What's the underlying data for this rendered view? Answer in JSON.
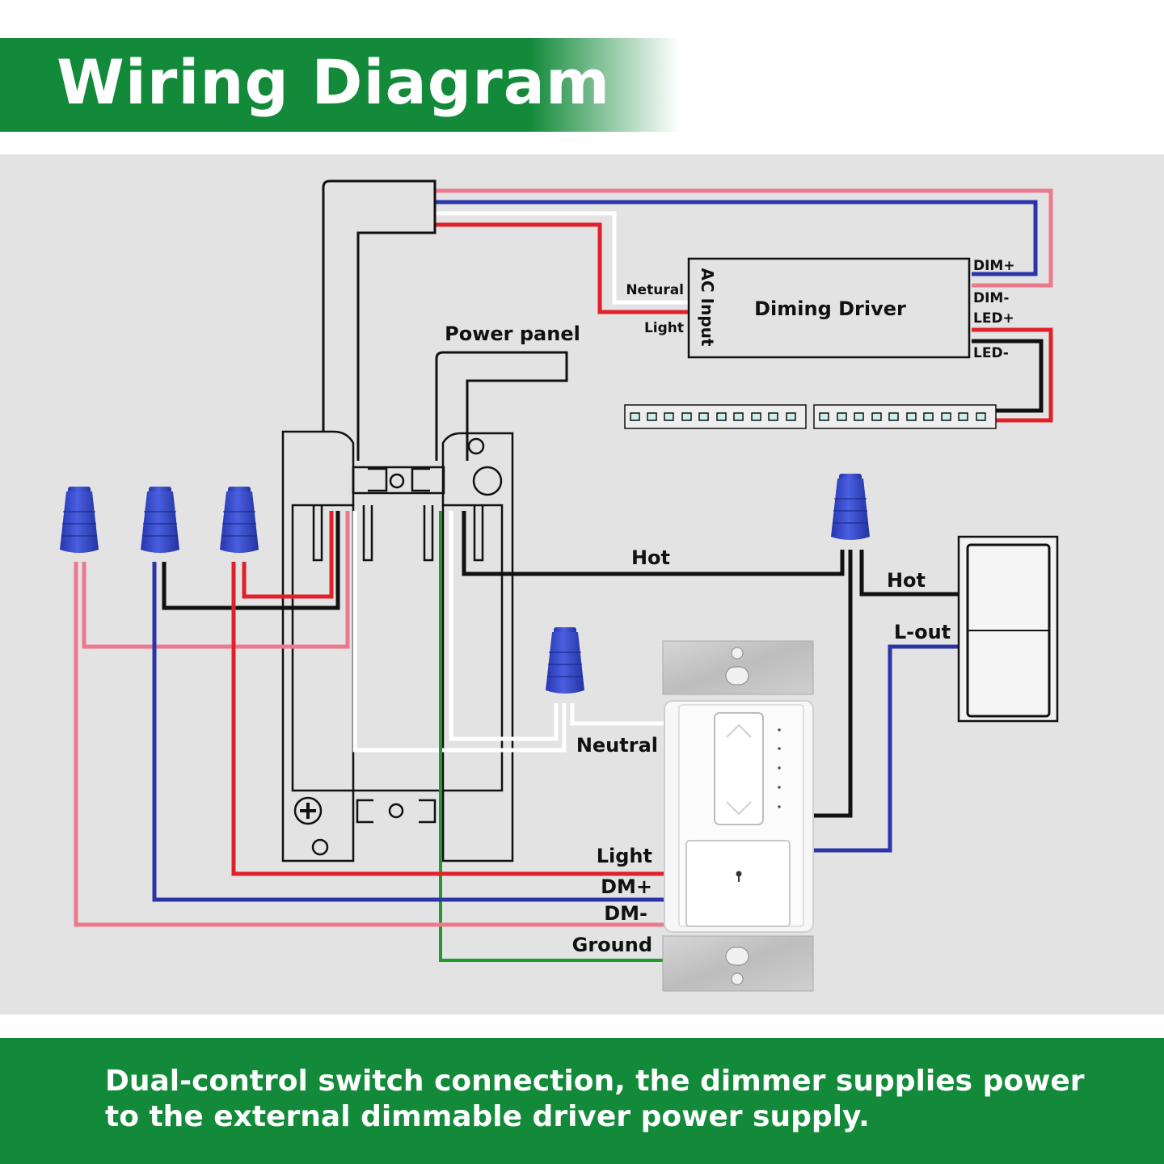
{
  "header": {
    "title": "Wiring Diagram"
  },
  "footer": {
    "caption": "Dual-control switch connection, the dimmer supplies power to the external dimmable driver power supply."
  },
  "driver": {
    "title": "Diming Driver",
    "ac_input": "AC Input",
    "netural": "Netural",
    "light": "Light",
    "dim_plus": "DIM+",
    "dim_minus": "DIM-",
    "led_plus": "LED+",
    "led_minus": "LED-"
  },
  "labels": {
    "power_panel": "Power panel",
    "hot_main": "Hot",
    "hot_switch": "Hot",
    "l_out": "L-out",
    "neutral": "Neutral",
    "light": "Light",
    "dm_plus": "DM+",
    "dm_minus": "DM-",
    "ground": "Ground"
  },
  "colors": {
    "brand_green": "#128a3a",
    "panel_bg": "#e3e3e3",
    "wire_red": "#e0202a",
    "wire_pink": "#ec7a8d",
    "wire_blue": "#2c35a8",
    "wire_black": "#111111",
    "wire_green": "#1f9a2e",
    "wire_white": "#ffffff",
    "wire_nut": "#3347c9"
  }
}
